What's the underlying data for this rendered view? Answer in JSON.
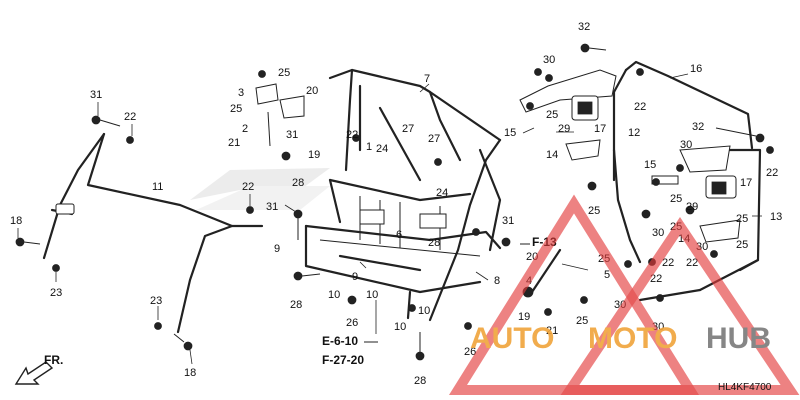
{
  "diagram_code": "HL4KF4700",
  "direction_label": "FR.",
  "references": [
    "F-13",
    "E-6-10",
    "F-27-20"
  ],
  "watermark": {
    "brand_left": "AUTO",
    "brand_middle": "MOTO",
    "brand_right": "HUB",
    "colors": {
      "orange": "#f0a43a",
      "grey": "#7a7a7a",
      "red": "#e23b3b"
    }
  },
  "callouts": [
    "1",
    "2",
    "3",
    "4",
    "5",
    "6",
    "7",
    "8",
    "9",
    "10",
    "11",
    "12",
    "13",
    "14",
    "15",
    "16",
    "17",
    "18",
    "19",
    "20",
    "21",
    "22",
    "23",
    "24",
    "25",
    "26",
    "27",
    "28",
    "29",
    "30",
    "31",
    "32"
  ]
}
